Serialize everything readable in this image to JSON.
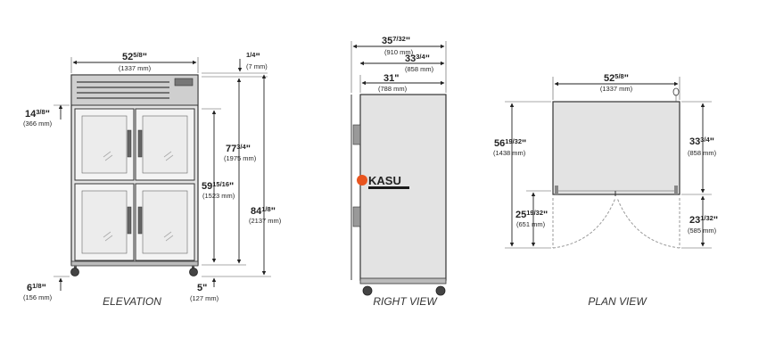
{
  "views": {
    "elevation": "ELEVATION",
    "right": "RIGHT VIEW",
    "plan": "PLAN VIEW"
  },
  "logo": {
    "text": "KASU"
  },
  "dimensions": {
    "el_width": {
      "main": "52",
      "frac": "5/8",
      "unit": "\"",
      "sub": "(1337 mm)"
    },
    "el_top_gap": {
      "main": "",
      "frac": "1/4",
      "unit": "\"",
      "sub": "(7 mm)"
    },
    "el_top_door": {
      "main": "14",
      "frac": "3/8",
      "unit": "\"",
      "sub": "(366 mm)"
    },
    "el_body_h": {
      "main": "77",
      "frac": "3/4",
      "unit": "\"",
      "sub": "(1975 mm)"
    },
    "el_door_h": {
      "main": "59",
      "frac": "15/16",
      "unit": "\"",
      "sub": "(1523 mm)"
    },
    "el_total_h": {
      "main": "84",
      "frac": "1/8",
      "unit": "\"",
      "sub": "(2137 mm)"
    },
    "el_bottom": {
      "main": "6",
      "frac": "1/8",
      "unit": "\"",
      "sub": "(156 mm)"
    },
    "el_caster": {
      "main": "5",
      "frac": "",
      "unit": "\"",
      "sub": "(127 mm)"
    },
    "rv_depth1": {
      "main": "35",
      "frac": "7/32",
      "unit": "\"",
      "sub": "(910 mm)"
    },
    "rv_depth2": {
      "main": "33",
      "frac": "3/4",
      "unit": "\"",
      "sub": "(858 mm)"
    },
    "rv_depth3": {
      "main": "31",
      "frac": "",
      "unit": "\"",
      "sub": "(788 mm)"
    },
    "pv_width": {
      "main": "52",
      "frac": "5/8",
      "unit": "\"",
      "sub": "(1337 mm)"
    },
    "pv_total": {
      "main": "56",
      "frac": "19/32",
      "unit": "\"",
      "sub": "(1438 mm)"
    },
    "pv_swing": {
      "main": "25",
      "frac": "19/32",
      "unit": "\"",
      "sub": "(651 mm)"
    },
    "pv_depth": {
      "main": "33",
      "frac": "3/4",
      "unit": "\"",
      "sub": "(858 mm)"
    },
    "pv_door": {
      "main": "23",
      "frac": "1/32",
      "unit": "\"",
      "sub": "(585 mm)"
    }
  }
}
